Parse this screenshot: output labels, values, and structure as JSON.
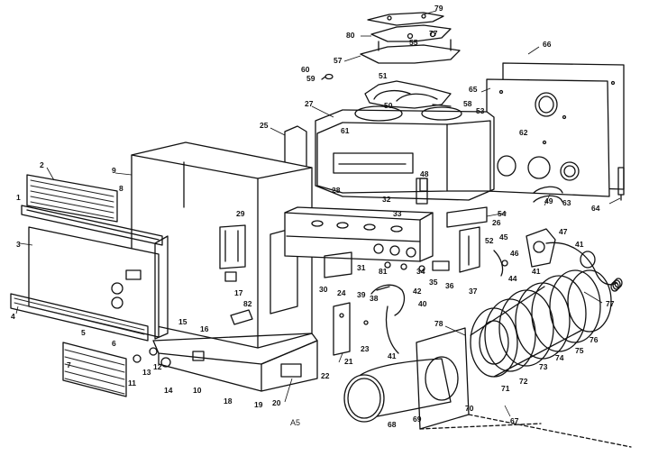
{
  "diagram": {
    "footer_code": "A5",
    "callouts": [
      {
        "id": "c79",
        "text": "79"
      },
      {
        "id": "c80",
        "text": "80"
      },
      {
        "id": "c77a",
        "text": "77"
      },
      {
        "id": "c55",
        "text": "55"
      },
      {
        "id": "c57",
        "text": "57"
      },
      {
        "id": "c66",
        "text": "66"
      },
      {
        "id": "c60",
        "text": "60"
      },
      {
        "id": "c59",
        "text": "59"
      },
      {
        "id": "c51",
        "text": "51"
      },
      {
        "id": "c50",
        "text": "50"
      },
      {
        "id": "c58",
        "text": "58"
      },
      {
        "id": "c65",
        "text": "65"
      },
      {
        "id": "c53",
        "text": "53"
      },
      {
        "id": "c27",
        "text": "27"
      },
      {
        "id": "c25",
        "text": "25"
      },
      {
        "id": "c61",
        "text": "61"
      },
      {
        "id": "c62",
        "text": "62"
      },
      {
        "id": "c2",
        "text": "2"
      },
      {
        "id": "c9",
        "text": "9"
      },
      {
        "id": "c8",
        "text": "8"
      },
      {
        "id": "c1",
        "text": "1"
      },
      {
        "id": "c48",
        "text": "48"
      },
      {
        "id": "c28",
        "text": "28"
      },
      {
        "id": "c32",
        "text": "32"
      },
      {
        "id": "c33",
        "text": "33"
      },
      {
        "id": "c29",
        "text": "29"
      },
      {
        "id": "c49",
        "text": "49"
      },
      {
        "id": "c63",
        "text": "63"
      },
      {
        "id": "c64",
        "text": "64"
      },
      {
        "id": "c26",
        "text": "26"
      },
      {
        "id": "c54",
        "text": "54"
      },
      {
        "id": "c45",
        "text": "45"
      },
      {
        "id": "c47",
        "text": "47"
      },
      {
        "id": "c3",
        "text": "3"
      },
      {
        "id": "c52",
        "text": "52"
      },
      {
        "id": "c46",
        "text": "46"
      },
      {
        "id": "c41a",
        "text": "41"
      },
      {
        "id": "c31",
        "text": "31"
      },
      {
        "id": "c81",
        "text": "81"
      },
      {
        "id": "c34",
        "text": "34"
      },
      {
        "id": "c35",
        "text": "35"
      },
      {
        "id": "c36",
        "text": "36"
      },
      {
        "id": "c41b",
        "text": "41"
      },
      {
        "id": "c44",
        "text": "44"
      },
      {
        "id": "c30",
        "text": "30"
      },
      {
        "id": "c39",
        "text": "39"
      },
      {
        "id": "c38",
        "text": "38"
      },
      {
        "id": "c42",
        "text": "42"
      },
      {
        "id": "c37",
        "text": "37"
      },
      {
        "id": "c17",
        "text": "17"
      },
      {
        "id": "c24",
        "text": "24"
      },
      {
        "id": "c40",
        "text": "40"
      },
      {
        "id": "c77b",
        "text": "77"
      },
      {
        "id": "c82",
        "text": "82"
      },
      {
        "id": "c4",
        "text": "4"
      },
      {
        "id": "c5",
        "text": "5"
      },
      {
        "id": "c6",
        "text": "6"
      },
      {
        "id": "c16",
        "text": "16"
      },
      {
        "id": "c15",
        "text": "15"
      },
      {
        "id": "c23",
        "text": "23"
      },
      {
        "id": "c78",
        "text": "78"
      },
      {
        "id": "c76",
        "text": "76"
      },
      {
        "id": "c75",
        "text": "75"
      },
      {
        "id": "c74",
        "text": "74"
      },
      {
        "id": "c41c",
        "text": "41"
      },
      {
        "id": "c21",
        "text": "21"
      },
      {
        "id": "c7",
        "text": "7"
      },
      {
        "id": "c13",
        "text": "13"
      },
      {
        "id": "c12",
        "text": "12"
      },
      {
        "id": "c11",
        "text": "11"
      },
      {
        "id": "c14",
        "text": "14"
      },
      {
        "id": "c10",
        "text": "10"
      },
      {
        "id": "c18",
        "text": "18"
      },
      {
        "id": "c19",
        "text": "19"
      },
      {
        "id": "c20",
        "text": "20"
      },
      {
        "id": "c22",
        "text": "22"
      },
      {
        "id": "c71",
        "text": "71"
      },
      {
        "id": "c72",
        "text": "72"
      },
      {
        "id": "c73",
        "text": "73"
      },
      {
        "id": "c70",
        "text": "70"
      },
      {
        "id": "c68",
        "text": "68"
      },
      {
        "id": "c69",
        "text": "69"
      },
      {
        "id": "c67",
        "text": "67"
      }
    ]
  }
}
